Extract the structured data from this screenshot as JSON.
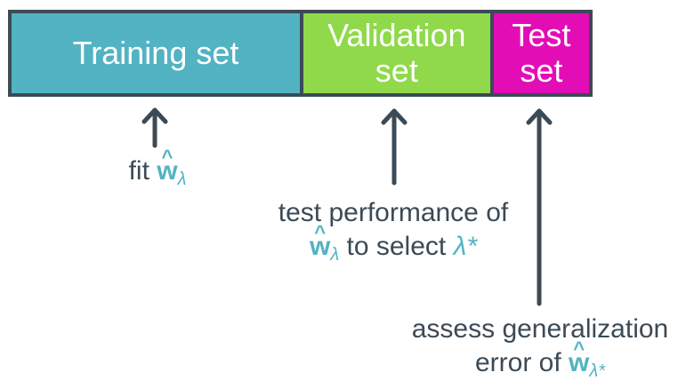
{
  "segments": {
    "training": "Training set",
    "validation_line1": "Validation",
    "validation_line2": "set",
    "test_line1": "Test",
    "test_line2": "set"
  },
  "labels": {
    "fit": {
      "prefix": "fit",
      "symbol": "w",
      "subscript": "λ"
    },
    "validation": {
      "line1": "test performance of",
      "symbol": "w",
      "subscript": "λ",
      "middle": "to select",
      "lambda_star": "λ*"
    },
    "test": {
      "line1": "assess generalization",
      "prefix": "error of",
      "symbol": "w",
      "subscript": "λ*"
    }
  },
  "colors": {
    "training": "#52b3c2",
    "validation": "#8fd94a",
    "test": "#e30db6",
    "outline": "#3c4a55",
    "accent": "#52b3c2"
  },
  "icons": [
    "up-arrow-icon",
    "up-arrow-icon",
    "up-arrow-icon"
  ]
}
